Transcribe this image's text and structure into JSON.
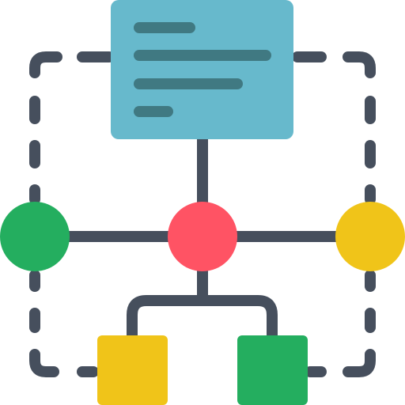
{
  "diagram": {
    "background": "#FFFFFF",
    "colors": {
      "connector": "#464F5D",
      "boundary_dash": "#464F5D",
      "document_fill": "#67B9CC",
      "document_lines": "#407982",
      "node_left": "#24AE5F",
      "node_center": "#FF5364",
      "node_right": "#F0C419",
      "leaf_left": "#F0C419",
      "leaf_right": "#24AE5F"
    },
    "icons": {
      "top_node": "document-icon",
      "left_node": "green-circle-node",
      "center_node": "red-circle-node",
      "right_node": "yellow-circle-node",
      "left_leaf": "yellow-square-node",
      "right_leaf": "green-square-node"
    },
    "boundary": {
      "style": "dashed",
      "corners": "rounded"
    }
  }
}
